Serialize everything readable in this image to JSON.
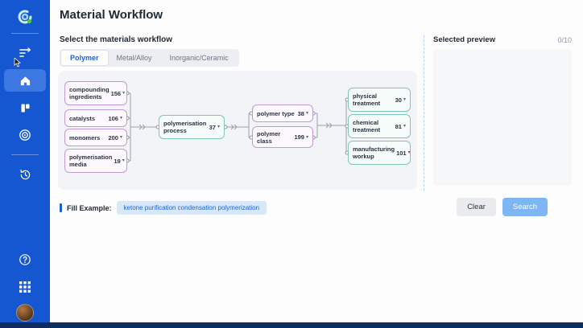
{
  "app": {
    "title": "Material Workflow",
    "section_label": "Select the materials workflow"
  },
  "sidebar": {
    "items": [
      {
        "name": "workflow-filter"
      },
      {
        "name": "home",
        "active": true
      },
      {
        "name": "boards"
      },
      {
        "name": "radar"
      },
      {
        "name": "history"
      },
      {
        "name": "help"
      },
      {
        "name": "apps"
      },
      {
        "name": "avatar"
      }
    ],
    "help_glyph": "?"
  },
  "tabs": [
    {
      "label": "Polymer",
      "active": true
    },
    {
      "label": "Metal/Alloy",
      "active": false
    },
    {
      "label": "Inorganic/Ceramic",
      "active": false
    }
  ],
  "workflow": {
    "nodes": [
      {
        "id": "compounding-ingredients",
        "label": "compounding ingredients",
        "count": "156",
        "color": "purple"
      },
      {
        "id": "catalysts",
        "label": "catalysts",
        "count": "106",
        "color": "purple"
      },
      {
        "id": "monomers",
        "label": "monomers",
        "count": "200",
        "color": "purple"
      },
      {
        "id": "polymerisation-media",
        "label": "polymerisation media",
        "count": "19",
        "color": "purple"
      },
      {
        "id": "polymerisation-process",
        "label": "polymerisation process",
        "count": "37",
        "color": "teal"
      },
      {
        "id": "polymer-type",
        "label": "polymer type",
        "count": "38",
        "color": "purple"
      },
      {
        "id": "polymer-class",
        "label": "polymer class",
        "count": "199",
        "color": "purple"
      },
      {
        "id": "physical-treatment",
        "label": "physical treatment",
        "count": "30",
        "color": "teal"
      },
      {
        "id": "chemical-treatment",
        "label": "chemical treatment",
        "count": "81",
        "color": "teal"
      },
      {
        "id": "manufacturing-workup",
        "label": "manufacturing workup",
        "count": "101",
        "color": "teal"
      }
    ],
    "edges": [
      "compounding-ingredients -> polymerisation-process",
      "catalysts -> polymerisation-process",
      "monomers -> polymerisation-process",
      "polymerisation-media -> polymerisation-process",
      "polymerisation-process -> polymer-type",
      "polymerisation-process -> polymer-class",
      "polymer-type -> physical-treatment",
      "polymer-type -> chemical-treatment",
      "polymer-type -> manufacturing-workup",
      "polymer-class -> physical-treatment",
      "polymer-class -> chemical-treatment",
      "polymer-class -> manufacturing-workup"
    ]
  },
  "preview": {
    "title": "Selected preview",
    "counter": "0/10"
  },
  "fill_example": {
    "label": "Fill Example:",
    "tag": "ketone purification condensation polymerization"
  },
  "actions": {
    "clear_label": "Clear",
    "search_label": "Search"
  },
  "glyphs": {
    "caret": "▾"
  },
  "colors": {
    "sidebar_blue": "#1457d0",
    "active_item_blue": "#3d78e2",
    "accent_blue": "#1d5fd6",
    "purple_node_border": "#c09ad6",
    "teal_node_border": "#7fc6b2",
    "pill_bg": "#d9e8f9",
    "search_btn": "#7db6f2",
    "bottom_edge": "#0d2c5f"
  }
}
